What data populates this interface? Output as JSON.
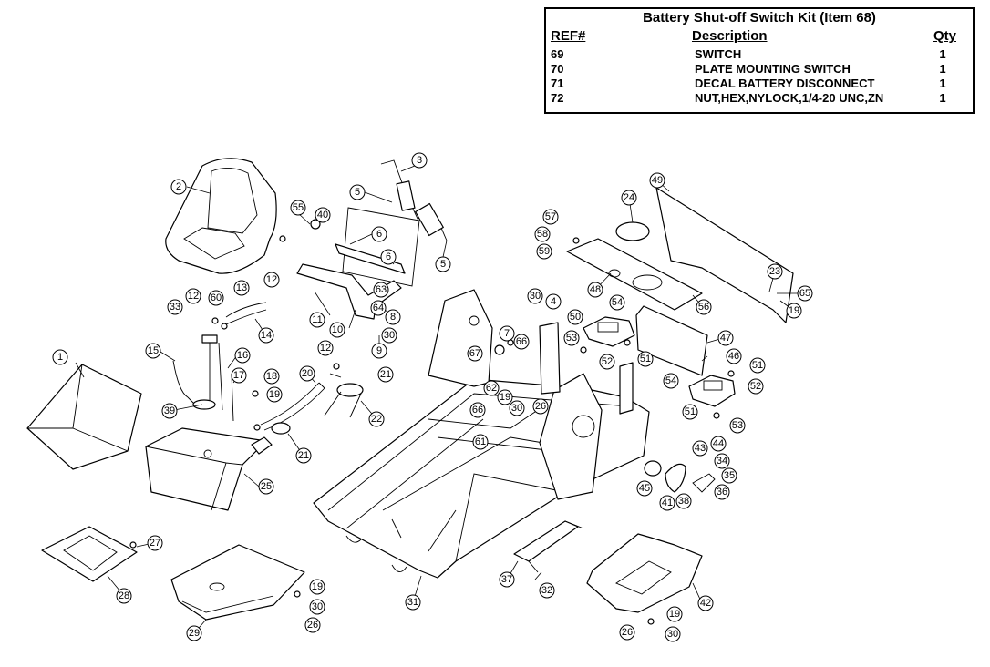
{
  "kit_table": {
    "title": "Battery Shut-off Switch Kit (Item 68)",
    "headers": {
      "ref": "REF#",
      "description": "Description",
      "qty": "Qty"
    },
    "rows": [
      {
        "ref": "69",
        "description": "SWITCH",
        "qty": "1"
      },
      {
        "ref": "70",
        "description": "PLATE MOUNTING SWITCH",
        "qty": "1"
      },
      {
        "ref": "71",
        "description": "DECAL BATTERY DISCONNECT",
        "qty": "1"
      },
      {
        "ref": "72",
        "description": "NUT,HEX,NYLOCK,1/4-20 UNC,ZN",
        "qty": "1"
      }
    ]
  },
  "callouts": [
    "1",
    "2",
    "3",
    "5",
    "5",
    "6",
    "6",
    "8",
    "9",
    "10",
    "11",
    "12",
    "12",
    "12",
    "13",
    "14",
    "15",
    "16",
    "17",
    "18",
    "19",
    "19",
    "19",
    "19",
    "19",
    "20",
    "21",
    "21",
    "22",
    "23",
    "24",
    "25",
    "26",
    "26",
    "26",
    "27",
    "28",
    "29",
    "30",
    "30",
    "30",
    "30",
    "30",
    "31",
    "32",
    "33",
    "34",
    "35",
    "36",
    "37",
    "38",
    "39",
    "40",
    "41",
    "42",
    "43",
    "44",
    "45",
    "46",
    "47",
    "48",
    "49",
    "51",
    "51",
    "51",
    "52",
    "52",
    "53",
    "53",
    "54",
    "54",
    "55",
    "56",
    "57",
    "58",
    "59",
    "60",
    "61",
    "62",
    "63",
    "64",
    "65",
    "66",
    "66",
    "67",
    "4",
    "7",
    "50"
  ]
}
